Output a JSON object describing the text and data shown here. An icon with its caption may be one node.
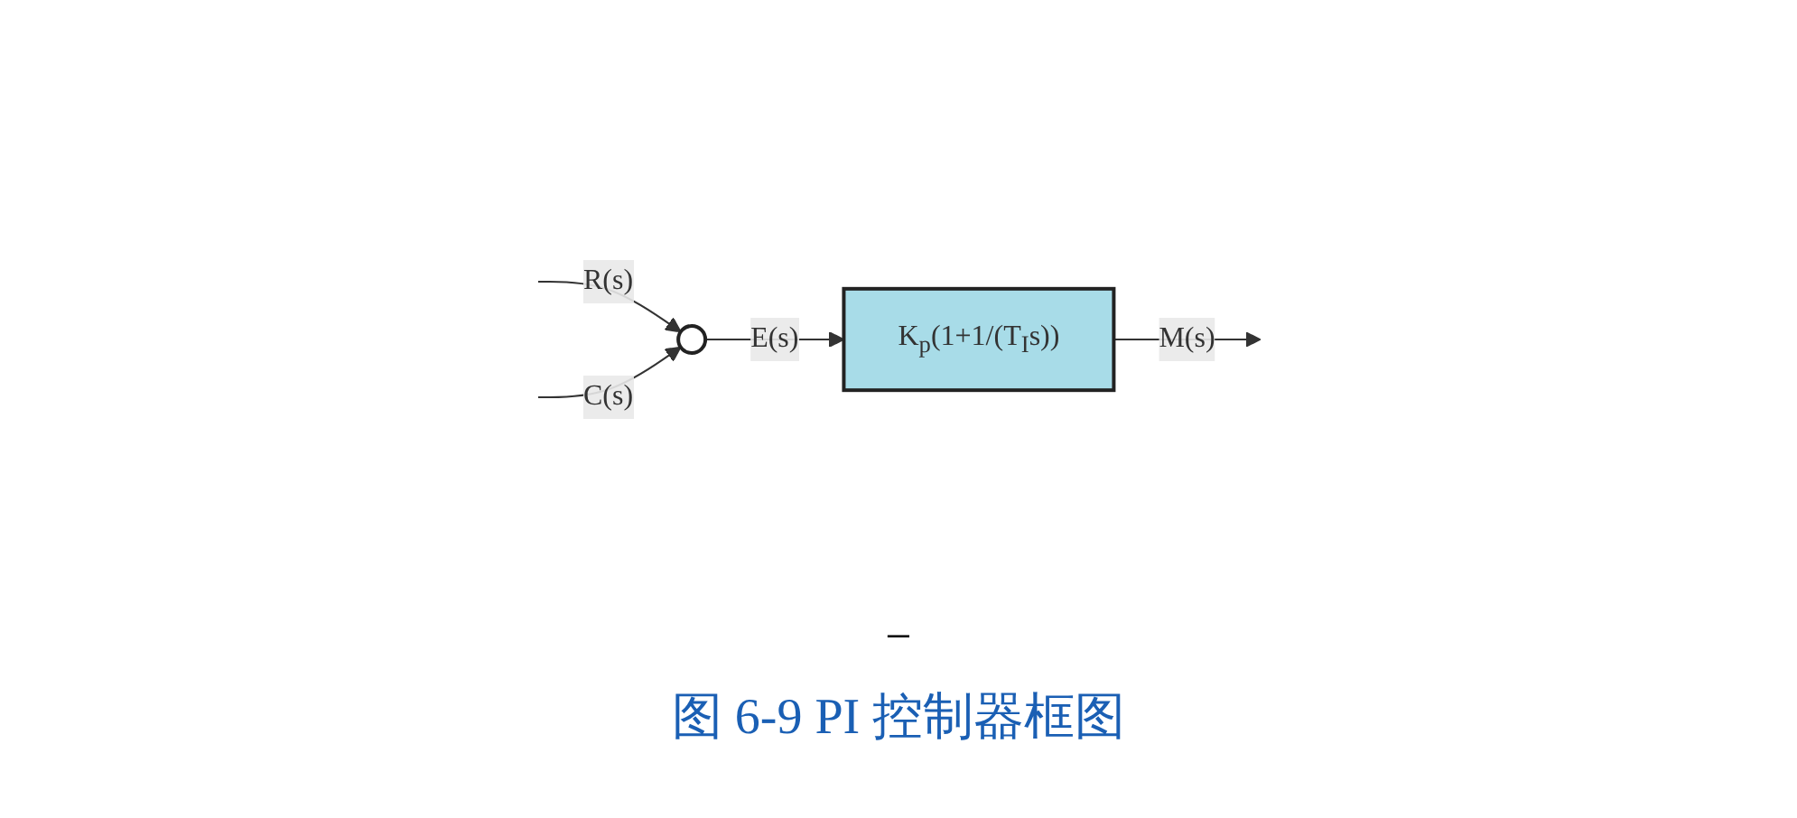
{
  "diagram": {
    "caption": "图 6-9 PI 控制器框图",
    "nodes": [
      {
        "text": [],
        "shape": "circle"
      },
      {
        "text": [
          "K$_{p}$(1+1/(T$_{I}$s))"
        ]
      }
    ],
    "edges": [
      {
        "from": null,
        "to": 0,
        "arrow": "to",
        "label": "R(s)"
      },
      {
        "from": null,
        "to": 0,
        "arrow": "to",
        "label": "C(s)"
      },
      {
        "from": 0,
        "to": 1,
        "arrow": "to",
        "label": "E(s)"
      },
      {
        "from": 1,
        "to": null,
        "arrow": "to",
        "label": "M(s)"
      }
    ],
    "labels": [
      "−"
    ]
  }
}
